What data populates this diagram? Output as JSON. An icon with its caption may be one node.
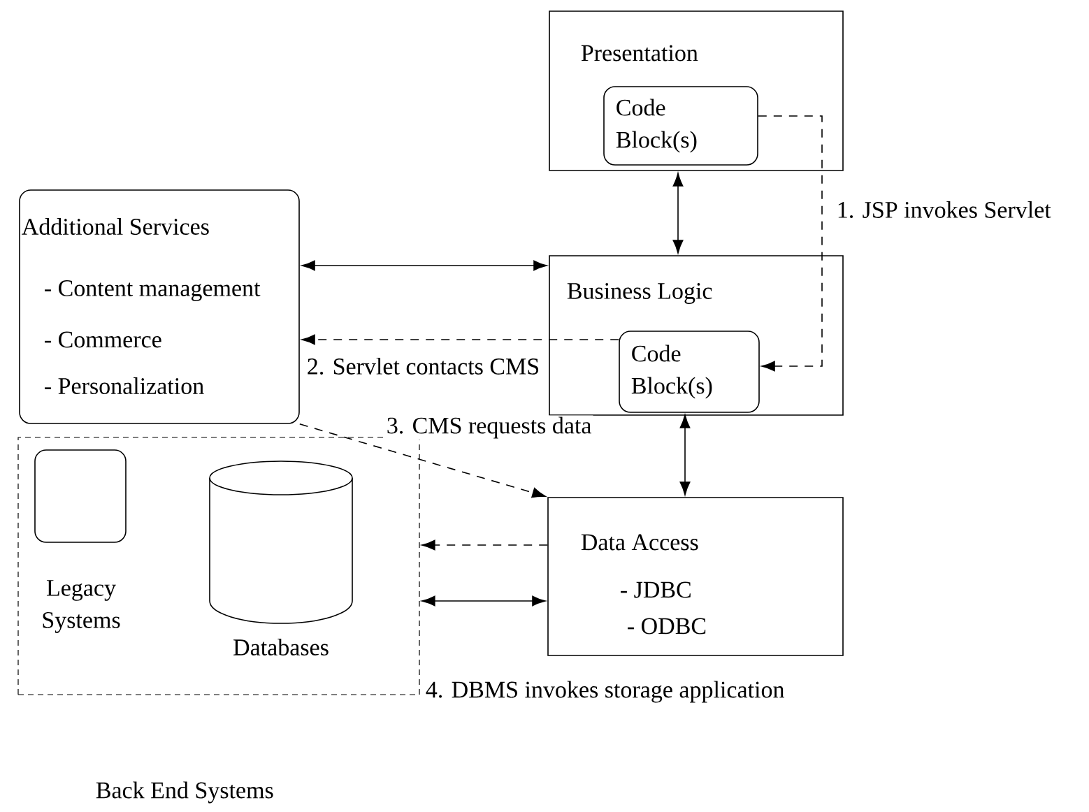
{
  "diagram": {
    "nodes": [
      {
        "text": [
          "Presentation"
        ]
      },
      {
        "text": [
          "Code Block(s)"
        ],
        "in": 0
      },
      {
        "text": [
          "Additional Services",
          "- Content management",
          "- Commerce",
          "- Personalization"
        ]
      },
      {
        "text": [
          "Business Logic"
        ]
      },
      {
        "text": [
          "Code Block(s)"
        ],
        "in": 3
      },
      {
        "text": [
          "Back End Systems"
        ]
      },
      {
        "text": [
          "Legacy Systems"
        ],
        "in": 5
      },
      {
        "text": [
          "Databases"
        ],
        "in": 5
      },
      {
        "text": [
          "Data Access",
          "- JDBC",
          "- ODBC"
        ]
      }
    ],
    "edges": [
      {
        "from": 0,
        "to": 3,
        "arrow": "both"
      },
      {
        "from": 1,
        "to": 4,
        "arrow": "to",
        "style": "dashed",
        "label": "1. JSP invokes Servlet"
      },
      {
        "from": 2,
        "to": 3,
        "arrow": "both"
      },
      {
        "from": 4,
        "to": 2,
        "arrow": "to",
        "style": "dashed",
        "label": "2. Servlet contacts CMS"
      },
      {
        "from": 2,
        "to": 8,
        "arrow": "to",
        "style": "dashed",
        "label": "3. CMS requests data"
      },
      {
        "from": 4,
        "to": 8,
        "arrow": "both"
      },
      {
        "from": 8,
        "to": 5,
        "arrow": "to",
        "style": "dashed"
      },
      {
        "from": 5,
        "to": 8,
        "arrow": "both"
      }
    ],
    "labels": [
      "4. DBMS invokes storage application"
    ]
  }
}
